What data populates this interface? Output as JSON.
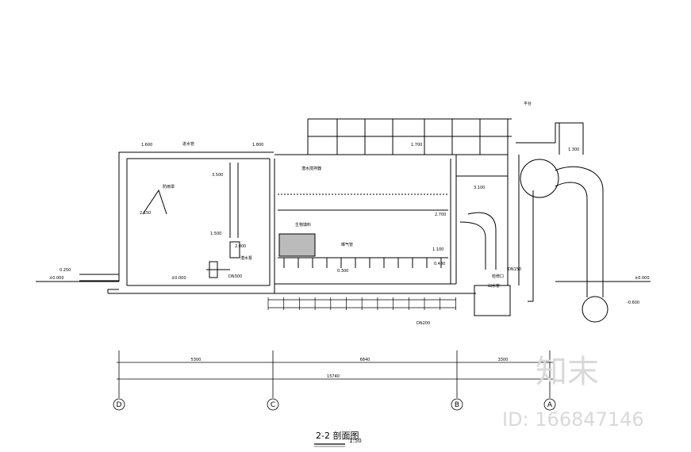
{
  "drawing": {
    "title": "2-2 剖面图",
    "scale": "1:50"
  },
  "axes": {
    "labels": [
      "D",
      "C",
      "B",
      "A"
    ],
    "spans": [
      "5300",
      "6840",
      "3300"
    ],
    "total": "15740"
  },
  "levels": [
    "1.600",
    "1.800",
    "1.700",
    "1.300",
    "0.250",
    "±0.000",
    "±0.000",
    "-0.600",
    "±0.000",
    "0.300",
    "2.150",
    "1.500",
    "3.500",
    "2.000",
    "1.100",
    "0.430",
    "2.700",
    "3.100"
  ],
  "annotations": [
    "防雨罩",
    "潜水泵",
    "潜水搅拌器",
    "平台",
    "检修口",
    "进水管",
    "出水管",
    "曝气管",
    "生物填料",
    "DN300",
    "DN200",
    "DN150"
  ],
  "watermark": {
    "brand": "知末",
    "id": "ID: 166847146"
  },
  "colors": {
    "line": "#000000",
    "watermark": "#d9d9d9"
  }
}
